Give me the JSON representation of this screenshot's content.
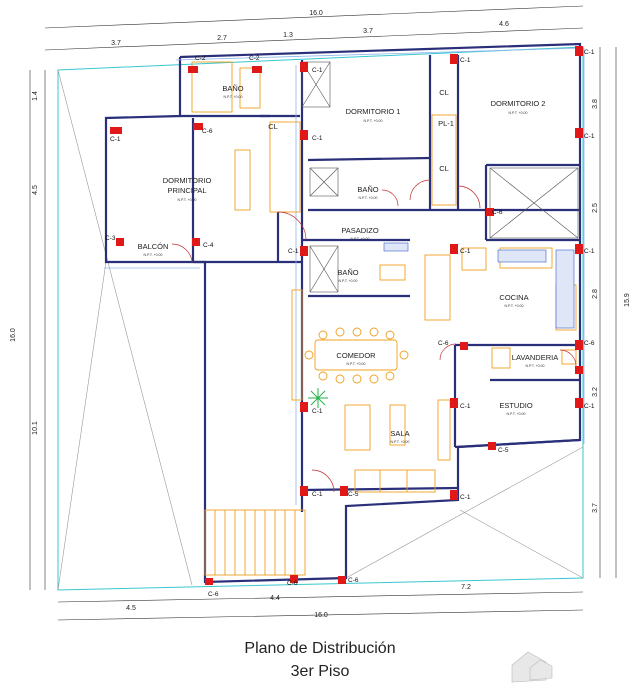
{
  "title": {
    "line1": "Plano de Distribución",
    "line2": "3er Piso"
  },
  "rooms": {
    "dormitorio_principal": "DORMITORIO PRINCIPAL",
    "dormitorio_principal_l1": "DORMITORIO",
    "dormitorio_principal_l2": "PRINCIPAL",
    "dormitorio_1": "DORMITORIO 1",
    "dormitorio_2": "DORMITORIO 2",
    "bano_1": "BAÑO",
    "bano_2": "BAÑO",
    "bano_3": "BAÑO",
    "cl_1": "CL",
    "cl_2": "CL",
    "cl_3": "CL",
    "pl_1": "PL-1",
    "balcon": "BALCÓN",
    "pasadizo": "PASADIZO",
    "cocina": "COCINA",
    "comedor": "COMEDOR",
    "lavanderia": "LAVANDERIA",
    "sala": "SALA",
    "estudio": "ESTUDIO"
  },
  "npt": "N.P.T. +0.00",
  "dimensions": {
    "top_total": "16.0",
    "top_segments": [
      "3.7",
      "2.7",
      "1.3",
      "3.7",
      "4.6"
    ],
    "bottom_total": "16.0",
    "bottom_segments": [
      "4.5",
      "4.4",
      "7.2"
    ],
    "left_segments": [
      "1.4",
      "4.5",
      "10.1"
    ],
    "left_total": "16.0",
    "right_segments": [
      "3.8",
      "2.5",
      "2.8",
      "3.2",
      "3.7"
    ],
    "right_total": "15.9"
  },
  "columns": {
    "c1": "C-1",
    "c2": "C-2",
    "c3": "C-3",
    "c4": "C-4",
    "c5": "C-5",
    "c6": "C-6"
  }
}
